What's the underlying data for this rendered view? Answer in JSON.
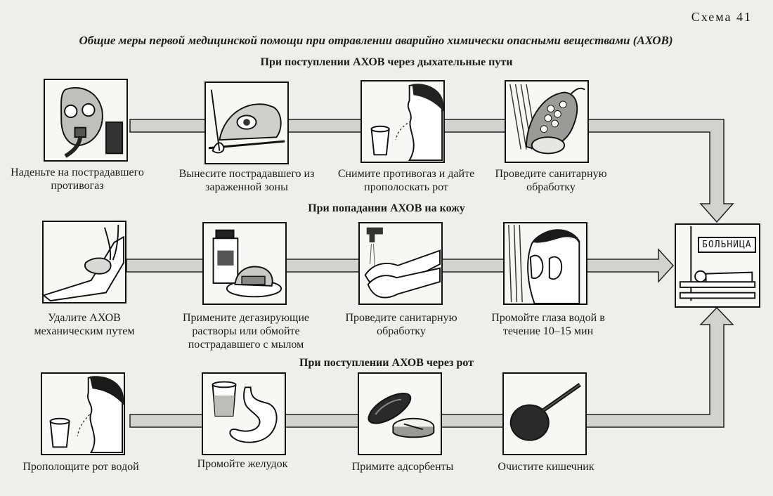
{
  "schema_number": "Схема 41",
  "title": "Общие меры первой медицинской помощи при отравлении аварийно химически опасными веществами (АХОВ)",
  "sections": [
    {
      "title": "При поступлении АХОВ через дыхательные пути",
      "steps": [
        {
          "label": "Наденьте на пострадавшего противогаз",
          "icon": "gas-mask"
        },
        {
          "label": "Вынесите пострадавшего из зараженной зоны",
          "icon": "carry-victim"
        },
        {
          "label": "Снимите противогаз и дайте прополоскать рот",
          "icon": "rinse-mouth"
        },
        {
          "label": "Проведите санитарную обработку",
          "icon": "shower"
        }
      ]
    },
    {
      "title": "При попадании АХОВ на кожу",
      "steps": [
        {
          "label": "Удалите АХОВ механическим путем",
          "icon": "wipe-leg"
        },
        {
          "label": "Примените дегазирующие растворы или обмойте пострадавшего с мылом",
          "icon": "soap-and-bottle"
        },
        {
          "label": "Проведите санитарную обработку",
          "icon": "wash-hands"
        },
        {
          "label": "Промойте глаза водой в течение 10–15 мин",
          "icon": "wash-eyes"
        }
      ]
    },
    {
      "title": "При поступлении АХОВ через рот",
      "steps": [
        {
          "label": "Прополощите рот водой",
          "icon": "rinse-mouth-cup"
        },
        {
          "label": "Промойте желудок",
          "icon": "stomach-glass"
        },
        {
          "label": "Примите адсорбенты",
          "icon": "tablets"
        },
        {
          "label": "Очистите кишечник",
          "icon": "enema-bulb"
        }
      ]
    }
  ],
  "hospital": {
    "label": "БОЛЬНИЦА",
    "icon": "hospital-bed"
  }
}
